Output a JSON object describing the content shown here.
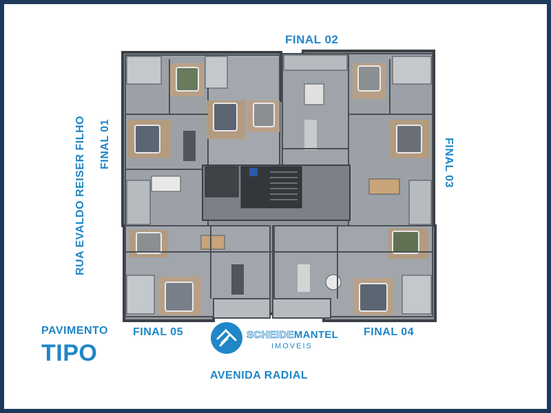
{
  "labels": {
    "final_01": "FINAL 01",
    "final_02": "FINAL 02",
    "final_03": "FINAL 03",
    "final_04": "FINAL 04",
    "final_05": "FINAL 05",
    "street_left": "RUA EVALDO  REISER FILHO",
    "street_bottom": "AVENIDA RADIAL",
    "floor_line1": "PAVIMENTO",
    "floor_line2": "TIPO"
  },
  "logo": {
    "name_part1": "SCHEIDE",
    "name_part2": "MANTEL",
    "subtitle": "IMOVEIS"
  },
  "colors": {
    "accent": "#1f86c7",
    "border": "#1d3a5c",
    "wall": "#4a4f55",
    "floor": "#9aa0a6",
    "wood": "#b39b80"
  }
}
